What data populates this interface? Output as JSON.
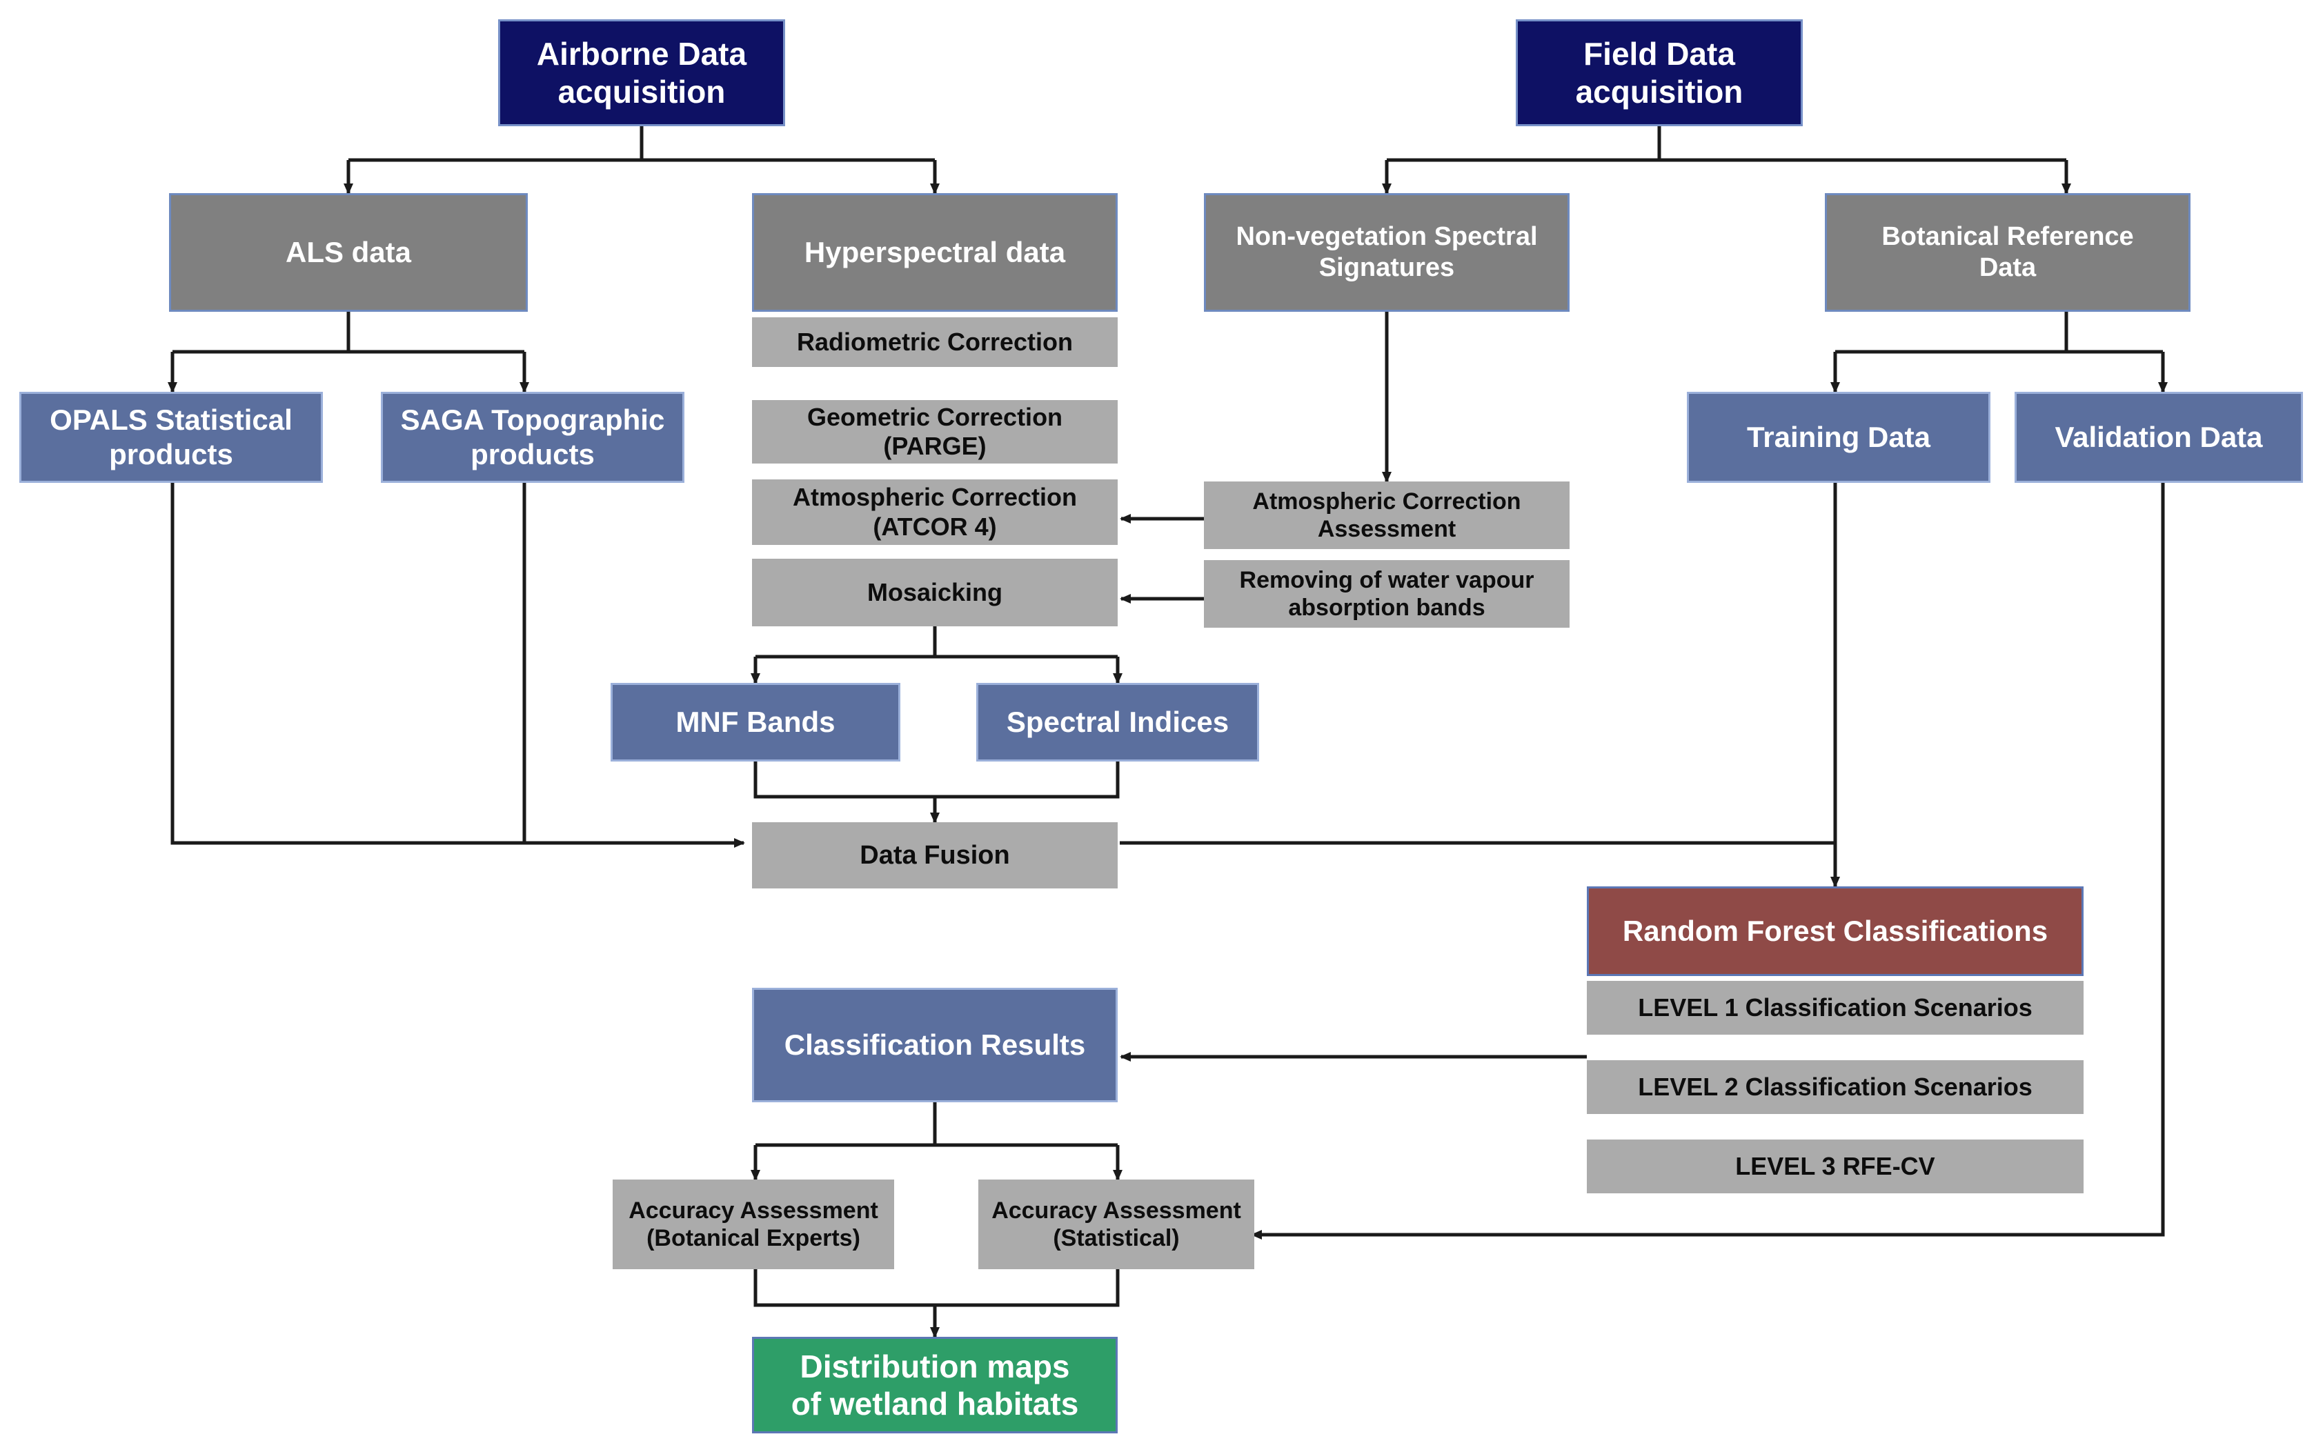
{
  "diagram": {
    "title": "Wetland habitat mapping workflow",
    "colors": {
      "navy": "#0E1164",
      "dark_gray": "#808080",
      "light_gray": "#ABABAB",
      "blue": "#5B6F9E",
      "red": "#8F4A47",
      "green": "#2E9E68",
      "border_blue": "#5C77B5",
      "line": "#1a1a1a"
    },
    "nodes": {
      "airborne_acquisition": "Airborne Data\nacquisition",
      "field_acquisition": "Field Data\nacquisition",
      "als_data": "ALS data",
      "hyperspectral_data": "Hyperspectral data",
      "nonveg_signatures": "Non-vegetation Spectral\nSignatures",
      "botanical_reference": "Botanical Reference\nData",
      "opals_products": "OPALS Statistical\nproducts",
      "saga_products": "SAGA Topographic\nproducts",
      "radiometric_correction": "Radiometric Correction",
      "geometric_correction": "Geometric Correction\n(PARGE)",
      "atmospheric_correction": "Atmospheric Correction\n(ATCOR 4)",
      "mosaicking": "Mosaicking",
      "atm_correction_assessment": "Atmospheric Correction\nAssessment",
      "removing_water_vapour": "Removing of water vapour\nabsorption bands",
      "training_data": "Training Data",
      "validation_data": "Validation Data",
      "mnf_bands": "MNF Bands",
      "spectral_indices": "Spectral Indices",
      "data_fusion": "Data Fusion",
      "random_forest": "Random Forest Classifications",
      "level1": "LEVEL 1 Classification Scenarios",
      "level2": "LEVEL 2 Classification Scenarios",
      "level3": "LEVEL 3 RFE-CV",
      "classification_results": "Classification Results",
      "accuracy_botanical": "Accuracy Assessment\n(Botanical Experts)",
      "accuracy_statistical": "Accuracy Assessment\n(Statistical)",
      "distribution_maps": "Distribution maps\nof wetland habitats"
    },
    "edges": [
      {
        "from": "airborne_acquisition",
        "to": "als_data"
      },
      {
        "from": "airborne_acquisition",
        "to": "hyperspectral_data"
      },
      {
        "from": "field_acquisition",
        "to": "nonveg_signatures"
      },
      {
        "from": "field_acquisition",
        "to": "botanical_reference"
      },
      {
        "from": "als_data",
        "to": "opals_products"
      },
      {
        "from": "als_data",
        "to": "saga_products"
      },
      {
        "from": "nonveg_signatures",
        "to": "atm_correction_assessment"
      },
      {
        "from": "atm_correction_assessment",
        "to": "atmospheric_correction"
      },
      {
        "from": "removing_water_vapour",
        "to": "mosaicking"
      },
      {
        "from": "botanical_reference",
        "to": "training_data"
      },
      {
        "from": "botanical_reference",
        "to": "validation_data"
      },
      {
        "from": "mosaicking",
        "to": "mnf_bands"
      },
      {
        "from": "mosaicking",
        "to": "spectral_indices"
      },
      {
        "from": "mnf_bands",
        "to": "data_fusion"
      },
      {
        "from": "spectral_indices",
        "to": "data_fusion"
      },
      {
        "from": "opals_products",
        "to": "data_fusion"
      },
      {
        "from": "saga_products",
        "to": "data_fusion"
      },
      {
        "from": "data_fusion",
        "to": "random_forest"
      },
      {
        "from": "training_data",
        "to": "random_forest"
      },
      {
        "from": "level1",
        "to": "classification_results"
      },
      {
        "from": "classification_results",
        "to": "accuracy_botanical"
      },
      {
        "from": "classification_results",
        "to": "accuracy_statistical"
      },
      {
        "from": "validation_data",
        "to": "accuracy_statistical"
      },
      {
        "from": "accuracy_botanical",
        "to": "distribution_maps"
      },
      {
        "from": "accuracy_statistical",
        "to": "distribution_maps"
      }
    ]
  }
}
